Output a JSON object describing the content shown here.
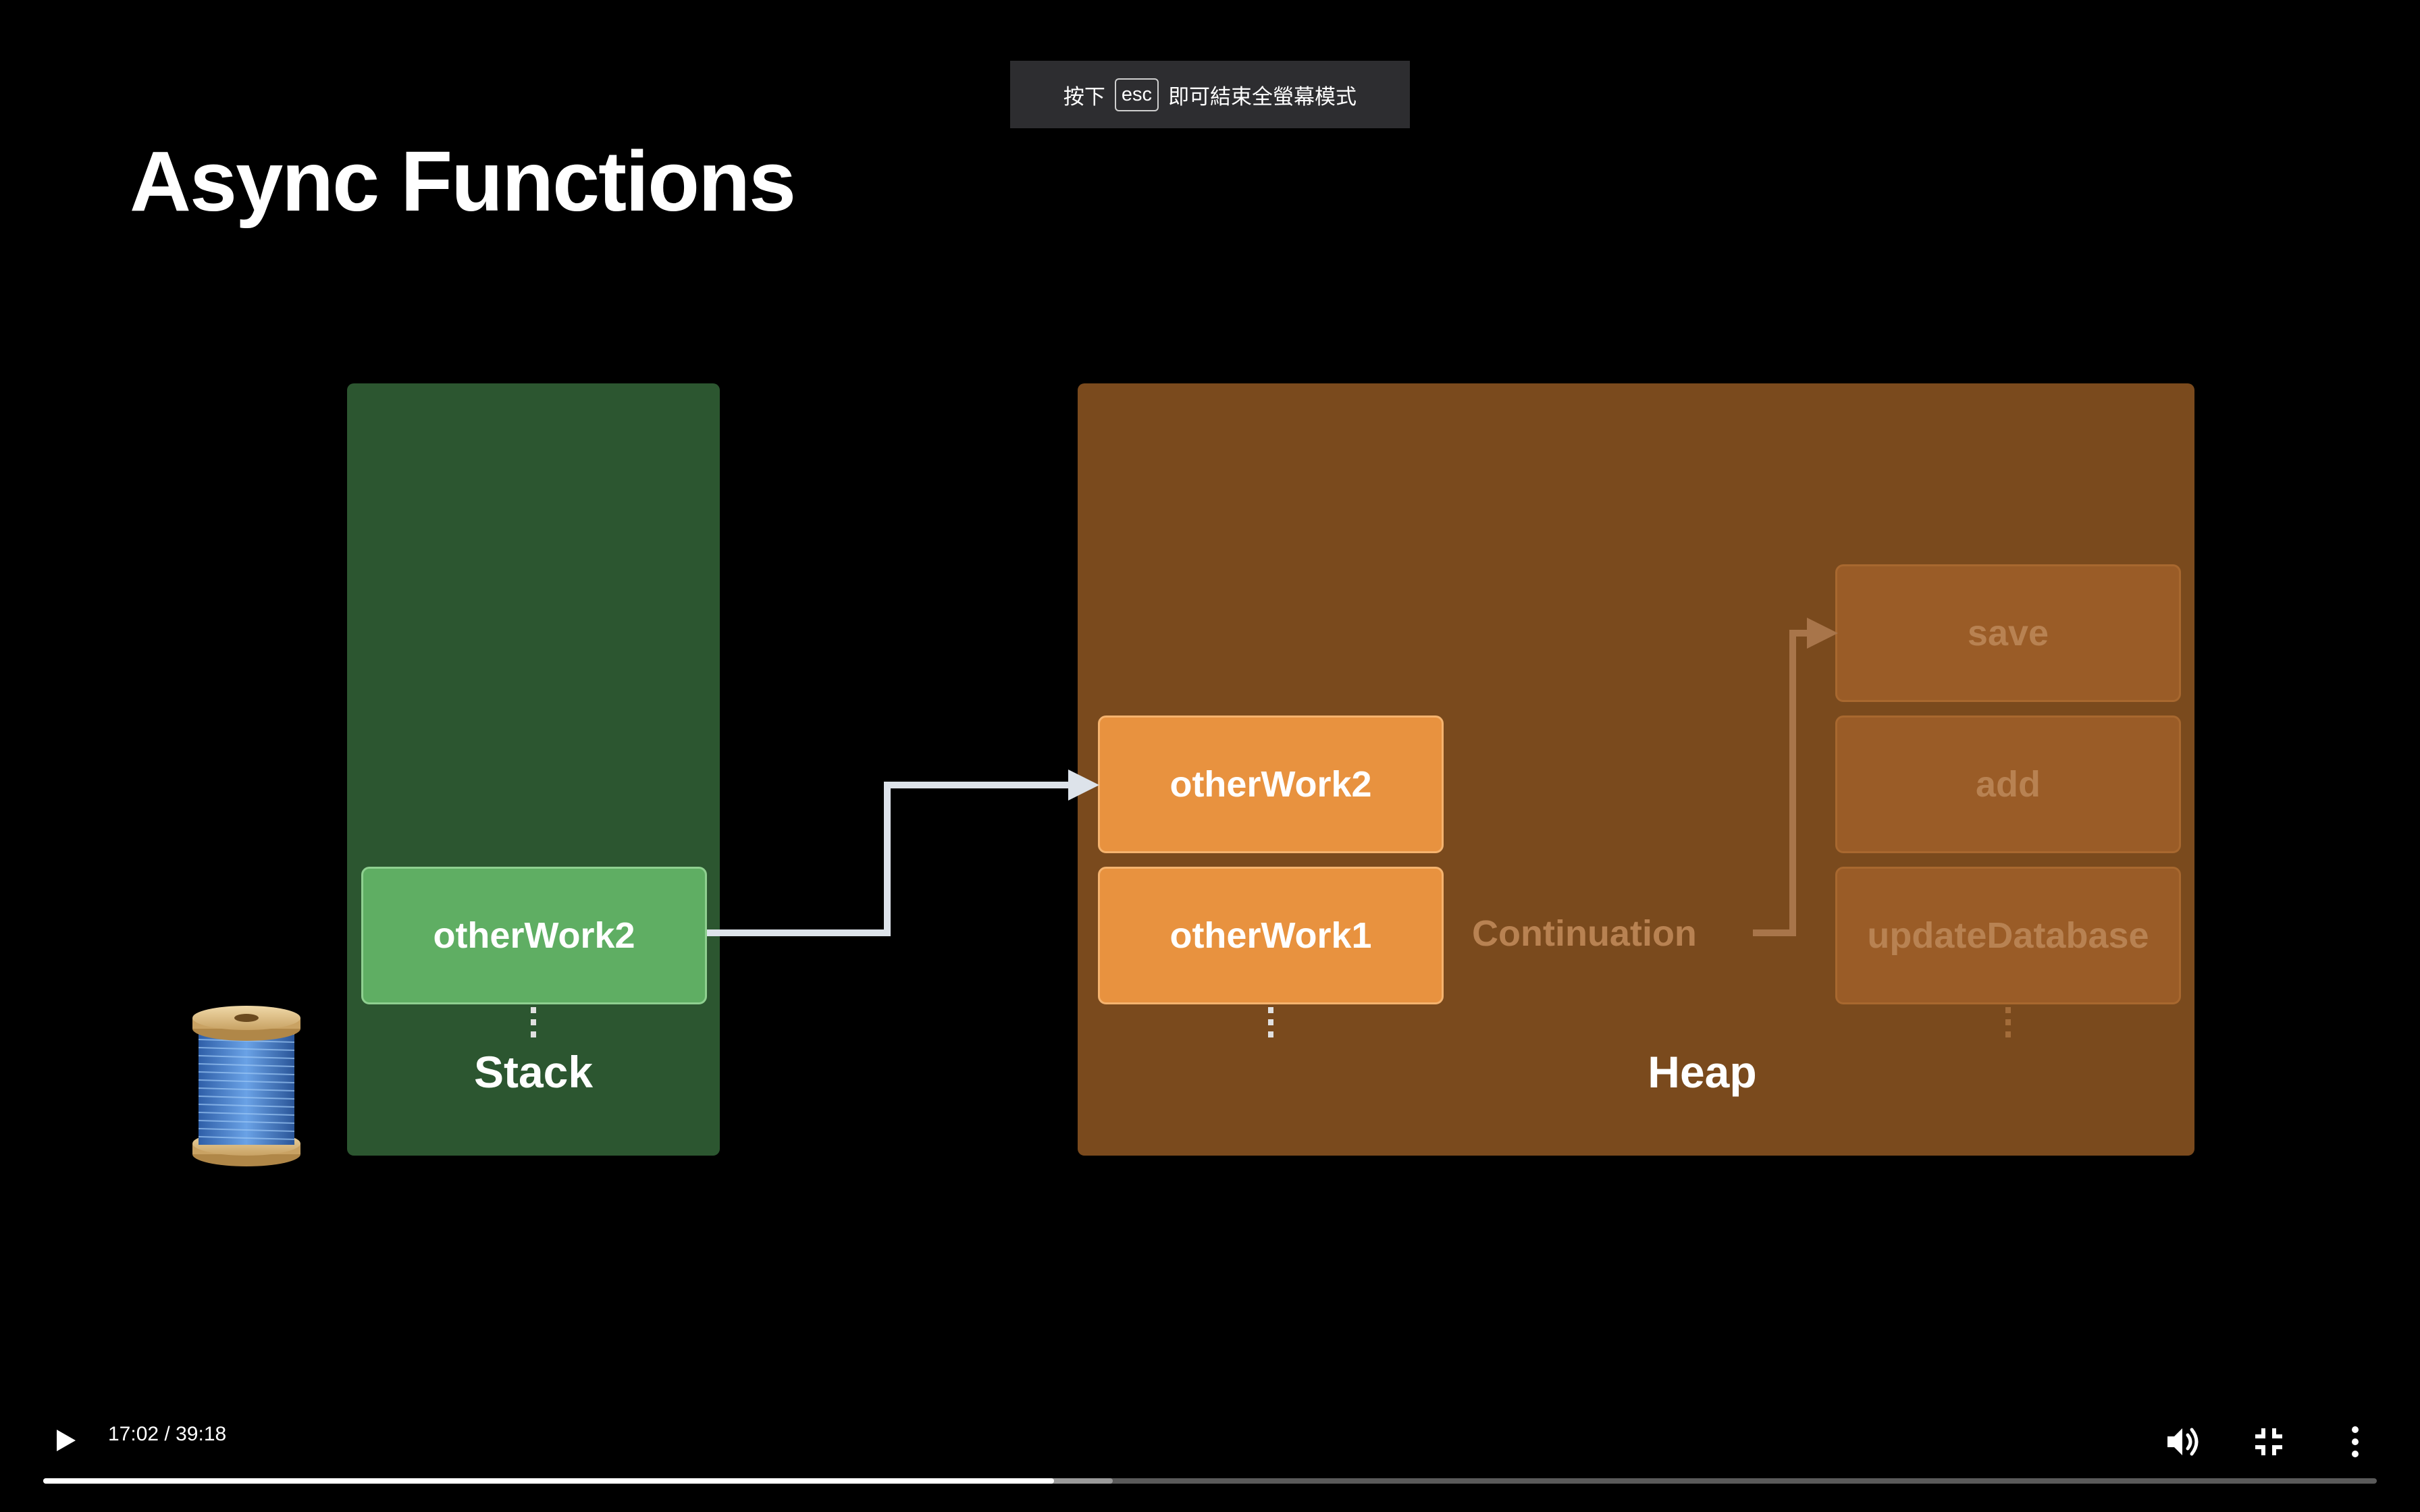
{
  "fullscreen_notice": {
    "prefix": "按下",
    "key": "esc",
    "suffix": "即可結束全螢幕模式"
  },
  "slide": {
    "title": "Async Functions",
    "stack": {
      "label": "Stack",
      "frames": [
        "otherWork2"
      ],
      "color": "#2c5630",
      "frame_color": "#5fae63"
    },
    "heap": {
      "label": "Heap",
      "active_frames": [
        "otherWork2",
        "otherWork1"
      ],
      "continuation_label": "Continuation",
      "faded_frames": [
        "save",
        "add",
        "updateDatabase"
      ],
      "color": "#7a4a1d",
      "frame_color": "#e8923f"
    },
    "thread_icon": "spool-of-thread-icon"
  },
  "player": {
    "current_time": "17:02",
    "separator": "/",
    "duration": "39:18",
    "progress_fraction": 0.4333,
    "buffered_fraction": 0.4583,
    "icons": {
      "play": "play-icon",
      "volume": "volume-icon",
      "exit_fullscreen": "exit-fullscreen-icon",
      "more": "more-vertical-icon"
    }
  }
}
